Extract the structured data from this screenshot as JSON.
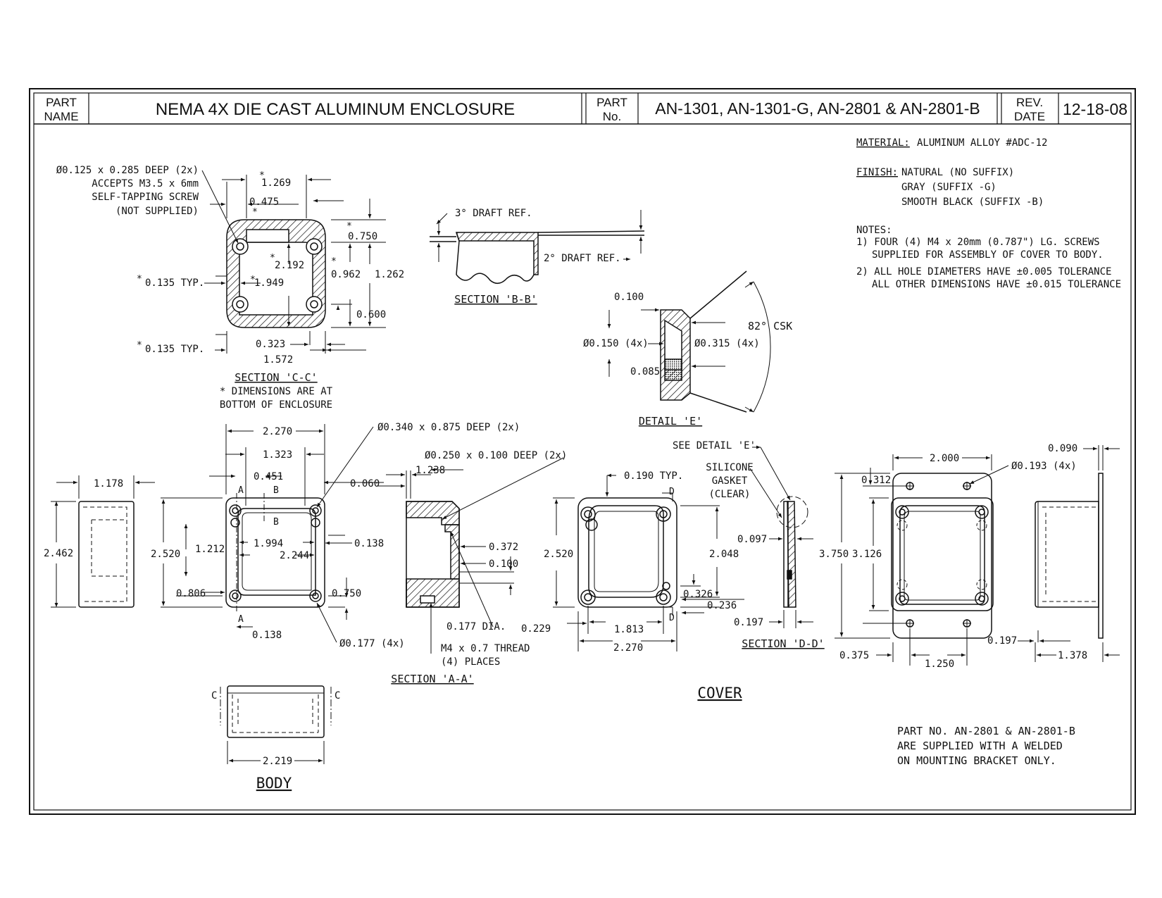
{
  "title_block": {
    "part_name_label_1": "PART",
    "part_name_label_2": "NAME",
    "part_name": "NEMA 4X DIE CAST ALUMINUM ENCLOSURE",
    "part_no_label_1": "PART",
    "part_no_label_2": "No.",
    "part_numbers": "AN-1301, AN-1301-G, AN-2801 & AN-2801-B",
    "rev_label_1": "REV.",
    "rev_label_2": "DATE",
    "rev_date": "12-18-08"
  },
  "notes": {
    "material_label": "MATERIAL:",
    "material": "ALUMINUM ALLOY #ADC-12",
    "finish_label": "FINISH:",
    "finish_1": "NATURAL (NO SUFFIX)",
    "finish_2": "GRAY (SUFFIX -G)",
    "finish_3": "SMOOTH BLACK (SUFFIX -B)",
    "notes_label": "NOTES:",
    "note_1a": "1) FOUR (4) M4 x 20mm (0.787\") LG. SCREWS",
    "note_1b": "SUPPLIED FOR ASSEMBLY OF COVER TO BODY.",
    "note_2a": "2) ALL HOLE DIAMETERS HAVE ±0.005 TOLERANCE",
    "note_2b": "ALL OTHER DIMENSIONS HAVE ±0.015 TOLERANCE",
    "bracket_1": "PART NO. AN-2801 & AN-2801-B",
    "bracket_2": "ARE SUPPLIED WITH A WELDED",
    "bracket_3": "ON MOUNTING BRACKET ONLY."
  },
  "section_cc": {
    "hole_1": "Ø0.125 x 0.285 DEEP (2x)",
    "hole_2": "ACCEPTS M3.5 x 6mm",
    "hole_3": "SELF-TAPPING SCREW",
    "hole_4": "(NOT SUPPLIED)",
    "d_1269": "1.269",
    "d_0475": "0.475",
    "d_0750": "0.750",
    "d_2192": "2.192",
    "d_1949": "1.949",
    "d_0962": "0.962",
    "d_1262": "1.262",
    "d_0600": "0.600",
    "d_0135a": "0.135 TYP.",
    "d_0135b": "0.135 TYP.",
    "d_0323": "0.323",
    "d_1572": "1.572",
    "star": "*",
    "label": "SECTION 'C-C'",
    "note_1": "* DIMENSIONS ARE AT",
    "note_2": "BOTTOM OF ENCLOSURE"
  },
  "section_bb": {
    "draft_3": "3° DRAFT REF.",
    "draft_2": "2° DRAFT REF.",
    "label": "SECTION 'B-B'"
  },
  "detail_e": {
    "d_0100": "0.100",
    "d_0150": "Ø0.150 (4x)",
    "d_0315": "Ø0.315 (4x)",
    "d_0085": "0.085",
    "csk": "82° CSK",
    "label": "DETAIL 'E'"
  },
  "body_views": {
    "side_1178": "1.178",
    "side_2462": "2.462",
    "d_2270": "2.270",
    "d_1323": "1.323",
    "d_0451": "0.451",
    "d_0340": "Ø0.340 x 0.875 DEEP (2x)",
    "d_0060": "0.060",
    "d_2520": "2.520",
    "d_1212": "1.212",
    "d_1994": "1.994",
    "d_2244": "2.244",
    "d_0138a": "0.138",
    "d_0806": "0.806",
    "d_0750": "0.750",
    "d_0138b": "0.138",
    "d_0177": "Ø0.177 (4x)",
    "mark_a": "A",
    "mark_b": "B",
    "mark_c": "C",
    "d_2219": "2.219",
    "body_label": "BODY"
  },
  "section_aa": {
    "d_0250": "Ø0.250 x 0.100 DEEP (2x)",
    "d_1238": "1.238",
    "d_0372": "0.372",
    "d_0100": "0.100",
    "d_0177dia": "0.177 DIA.",
    "thread_1": "M4 x 0.7 THREAD",
    "thread_2": "(4) PLACES",
    "label": "SECTION 'A-A'"
  },
  "cover_views": {
    "d_0190": "0.190 TYP.",
    "mark_d": "D",
    "d_2520": "2.520",
    "d_2048": "2.048",
    "d_0326": "0.326",
    "d_0236": "0.236",
    "d_0229": "0.229",
    "d_1813": "1.813",
    "d_2270": "2.270",
    "see_detail": "SEE DETAIL 'E'",
    "gasket_1": "SILICONE",
    "gasket_2": "GASKET",
    "gasket_3": "(CLEAR)",
    "d_0097": "0.097",
    "d_0197": "0.197",
    "section_dd": "SECTION 'D-D'",
    "cover_label": "COVER"
  },
  "bracket_views": {
    "d_2000": "2.000",
    "d_0193": "Ø0.193 (4x)",
    "d_0090": "0.090",
    "d_0312": "0.312",
    "d_3750": "3.750",
    "d_3126": "3.126",
    "d_0375": "0.375",
    "d_1250": "1.250",
    "d_0197": "0.197",
    "d_1378": "1.378"
  }
}
